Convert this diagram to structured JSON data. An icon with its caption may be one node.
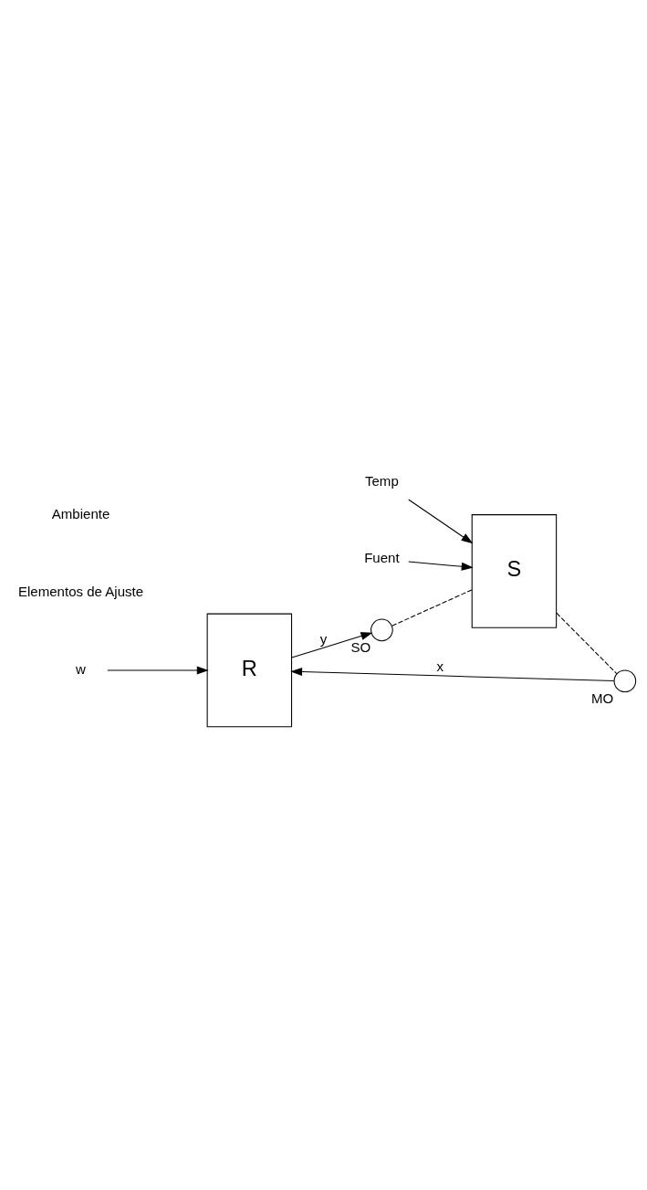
{
  "diagram": {
    "nodes": [
      {
        "text": [
          "R"
        ]
      },
      {
        "text": [
          "S"
        ]
      },
      {
        "text": [],
        "shape": "circle",
        "beside": [
          "MO"
        ]
      },
      {
        "text": [],
        "shape": "circle",
        "beside": [
          "SO"
        ]
      },
      {
        "text": [
          "w"
        ]
      },
      {
        "text": [
          "Temp"
        ]
      },
      {
        "text": [
          "Fuent"
        ]
      }
    ],
    "edges": [
      {
        "from": 4,
        "to": 0,
        "arrow": "to"
      },
      {
        "from": 5,
        "to": 1,
        "arrow": "to"
      },
      {
        "from": 6,
        "to": 1,
        "arrow": "to"
      },
      {
        "from": 0,
        "to": 3,
        "arrow": "to",
        "label": "y"
      },
      {
        "from": 3,
        "to": 1,
        "arrow": "none",
        "style": "dashed"
      },
      {
        "from": 1,
        "to": 2,
        "arrow": "none",
        "style": "dashed"
      },
      {
        "from": 2,
        "to": 0,
        "arrow": "to",
        "label": "x"
      }
    ],
    "labels": [
      "Elementos de Ajuste",
      "Ambiente"
    ]
  }
}
